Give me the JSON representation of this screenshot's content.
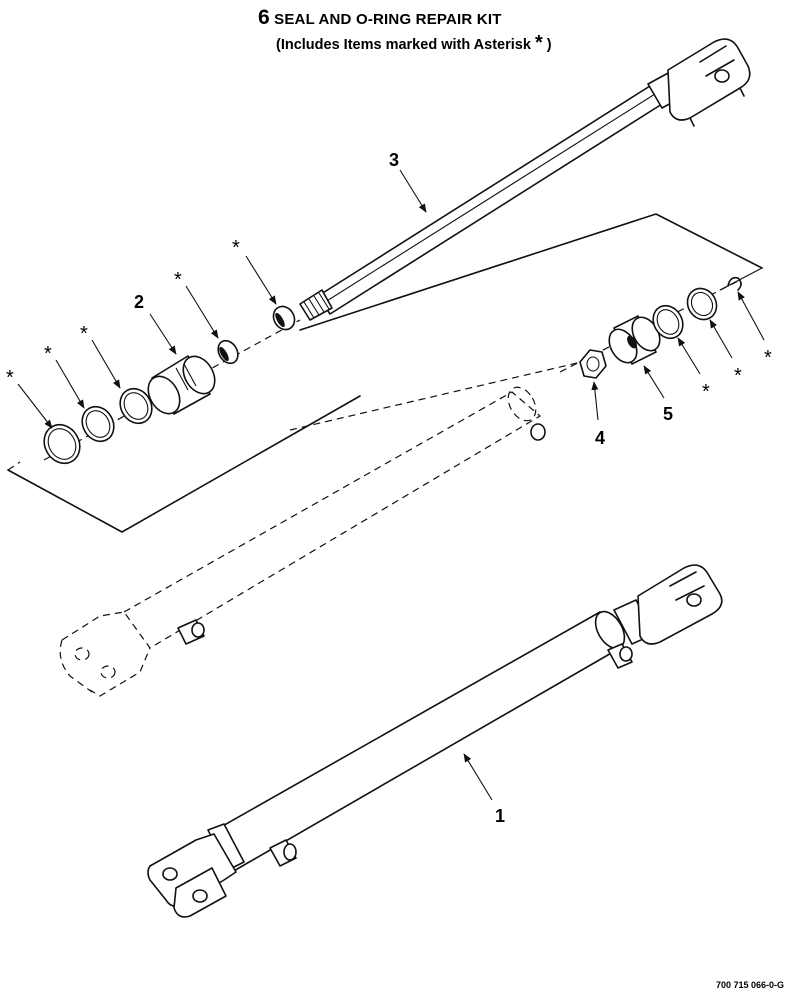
{
  "kit": {
    "item_number": "6",
    "title": "SEAL AND O-RING REPAIR KIT",
    "subtitle_prefix": "(Includes Items marked with Asterisk",
    "subtitle_star": "*",
    "subtitle_suffix": ")"
  },
  "callouts": {
    "item1": "1",
    "item2": "2",
    "item3": "3",
    "item4": "4",
    "item5": "5"
  },
  "asterisk": "*",
  "drawing_number": "700 715 066-0-G"
}
